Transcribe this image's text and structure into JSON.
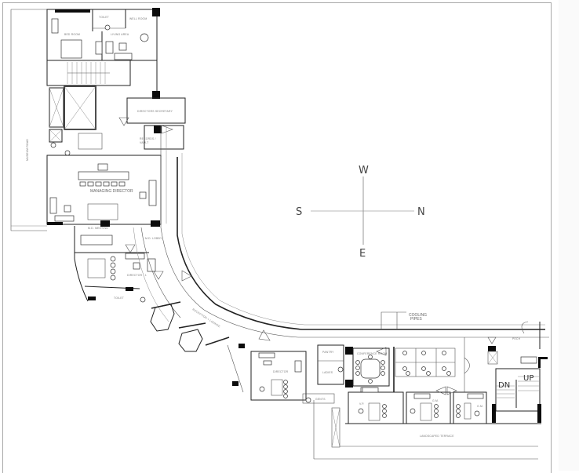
{
  "drawing": {
    "type": "architectural-floor-plan",
    "compass": {
      "north": "N",
      "south": "S",
      "east": "E",
      "west": "W"
    },
    "road_label": "MUSEUM ROAD",
    "annotation": {
      "cooling_pipes_line1": "COOLING",
      "cooling_pipes_line2": "PIPES"
    },
    "stairs": {
      "down": "DN",
      "up": "UP"
    },
    "rooms": {
      "bed_room": "BED ROOM",
      "living_area": "LIVING AREA",
      "toilet_top": "TOILET",
      "well_room": "WELL ROOM",
      "directors_secretary": "DIRECTORS SECRETARY",
      "records_vault_1": "RECORDS /",
      "records_vault_2": "VAULT",
      "managing_director": "MANAGING DIRECTOR",
      "md_meeting": "M.D. MEETING",
      "md_lobby": "M.D. LOBBY",
      "director_1": "DIRECTOR - 1",
      "toilet": "TOILET",
      "reception_lounge": "RECEPTION + LOUNGE",
      "director": "DIRECTOR",
      "pantry": "PANTRY",
      "ladies": "LADIES",
      "gents": "GENTS",
      "conference_room": "CONFERENCE ROOM",
      "vp": "V.P.",
      "gm_1": "G.M.",
      "gm_2": "G.M.",
      "pech": "PECH",
      "landscaped_terrace": "LANDSCAPED TERRACE"
    },
    "colors": {
      "line": "#222222",
      "column": "#0c0c0c",
      "label": "#777777",
      "border": "#a9a9a9"
    }
  }
}
